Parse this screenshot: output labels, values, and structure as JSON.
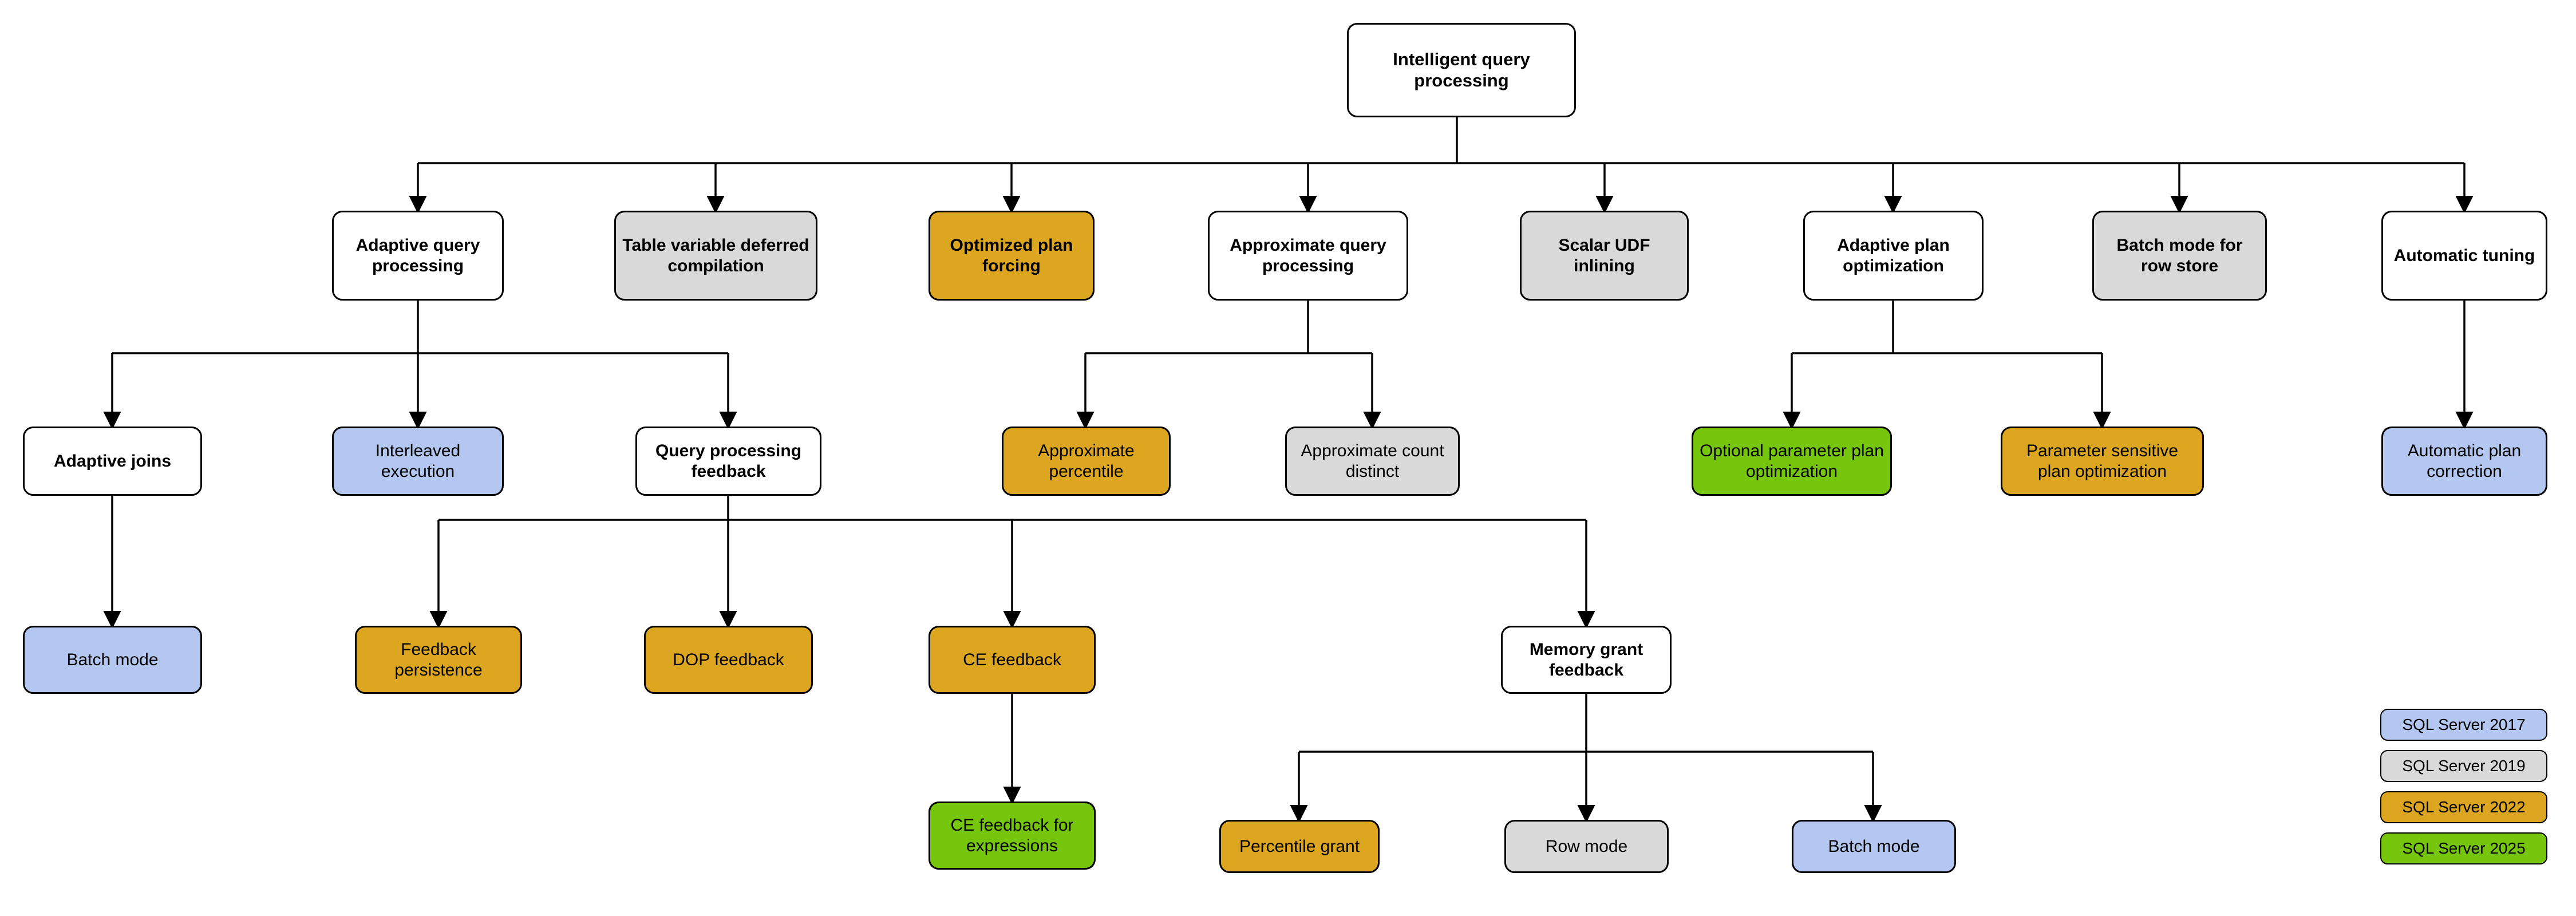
{
  "diagram": {
    "title": "Intelligent query processing",
    "colors": {
      "white": "#ffffff",
      "sql2017_blue": "#b4c7f0",
      "sql2019_gray": "#d9d9d9",
      "sql2022_amber": "#dda621",
      "sql2025_green": "#76c60d",
      "stroke": "#000000"
    }
  },
  "nodes": {
    "root": {
      "label": "Intelligent query processing",
      "fill": "white"
    },
    "adaptive_query_processing": {
      "label": "Adaptive query processing",
      "fill": "white"
    },
    "table_variable_deferred_compilation": {
      "label": "Table variable deferred compilation",
      "fill": "gray"
    },
    "optimized_plan_forcing": {
      "label": "Optimized plan forcing",
      "fill": "amber"
    },
    "approximate_query_processing": {
      "label": "Approximate query processing",
      "fill": "white"
    },
    "scalar_udf_inlining": {
      "label": "Scalar UDF inlining",
      "fill": "gray"
    },
    "adaptive_plan_optimization": {
      "label": "Adaptive plan optimization",
      "fill": "white"
    },
    "batch_mode_for_row_store": {
      "label": "Batch mode for row store",
      "fill": "gray"
    },
    "automatic_tuning": {
      "label": "Automatic tuning",
      "fill": "white"
    },
    "adaptive_joins": {
      "label": "Adaptive joins",
      "fill": "white"
    },
    "interleaved_execution": {
      "label": "Interleaved execution",
      "fill": "blue"
    },
    "query_processing_feedback": {
      "label": "Query processing feedback",
      "fill": "white"
    },
    "approximate_percentile": {
      "label": "Approximate percentile",
      "fill": "amber"
    },
    "approximate_count_distinct": {
      "label": "Approximate count distinct",
      "fill": "gray"
    },
    "optional_parameter_plan_optimization": {
      "label": "Optional parameter plan optimization",
      "fill": "green"
    },
    "parameter_sensitive_plan_optimization": {
      "label": "Parameter sensitive plan optimization",
      "fill": "amber"
    },
    "automatic_plan_correction": {
      "label": "Automatic plan correction",
      "fill": "blue"
    },
    "batch_mode_adaptive_joins": {
      "label": "Batch mode",
      "fill": "blue"
    },
    "feedback_persistence": {
      "label": "Feedback persistence",
      "fill": "amber"
    },
    "dop_feedback": {
      "label": "DOP feedback",
      "fill": "amber"
    },
    "ce_feedback": {
      "label": "CE feedback",
      "fill": "amber"
    },
    "memory_grant_feedback": {
      "label": "Memory grant feedback",
      "fill": "white"
    },
    "ce_feedback_for_expressions": {
      "label": "CE feedback for expressions",
      "fill": "green"
    },
    "percentile_grant": {
      "label": "Percentile grant",
      "fill": "amber"
    },
    "row_mode": {
      "label": "Row mode",
      "fill": "gray"
    },
    "batch_mode_memory_grant": {
      "label": "Batch mode",
      "fill": "blue"
    }
  },
  "legend": {
    "items": [
      {
        "label": "SQL Server 2017",
        "fill": "blue"
      },
      {
        "label": "SQL Server 2019",
        "fill": "gray"
      },
      {
        "label": "SQL Server 2022",
        "fill": "amber"
      },
      {
        "label": "SQL Server 2025",
        "fill": "green"
      }
    ]
  }
}
